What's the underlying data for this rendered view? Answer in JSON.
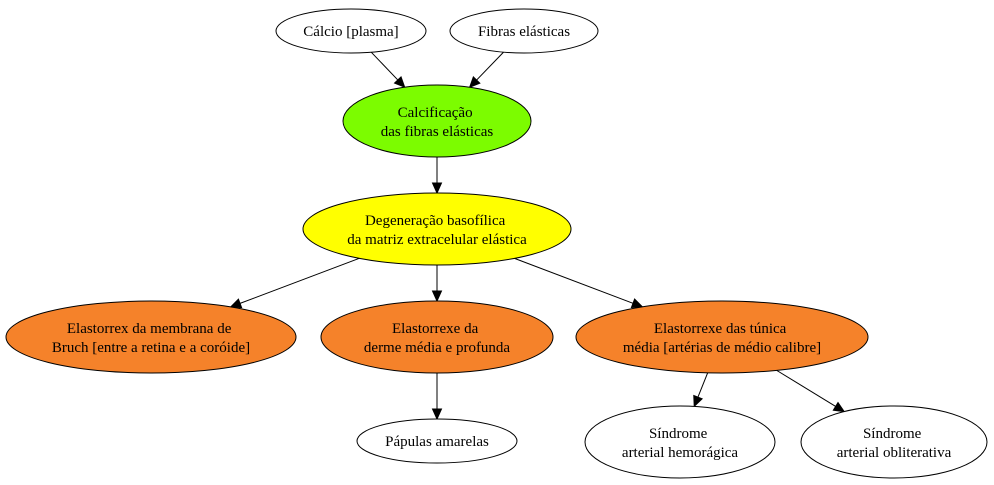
{
  "nodes": {
    "calcio": {
      "lines": [
        "Cálcio [plasma]"
      ],
      "fill": "#ffffff"
    },
    "fibras": {
      "lines": [
        "Fibras elásticas"
      ],
      "fill": "#ffffff"
    },
    "calcificacao": {
      "lines": [
        "Calcificação",
        "das fibras elásticas"
      ],
      "fill": "#7cfc00"
    },
    "degeneracao": {
      "lines": [
        "Degeneração basofílica",
        "da matriz extracelular elástica"
      ],
      "fill": "#ffff00"
    },
    "bruch": {
      "lines": [
        "Elastorrex da membrana de",
        "Bruch [entre a retina e a coróide]"
      ],
      "fill": "#f5822a"
    },
    "derme": {
      "lines": [
        "Elastorrexe da",
        "derme média e profunda"
      ],
      "fill": "#f5822a"
    },
    "tunica": {
      "lines": [
        "Elastorrexe das túnica",
        "média [artérias de médio calibre]"
      ],
      "fill": "#f5822a"
    },
    "papulas": {
      "lines": [
        "Pápulas amarelas"
      ],
      "fill": "#ffffff"
    },
    "hemorragica": {
      "lines": [
        "Síndrome",
        "arterial hemorágica"
      ],
      "fill": "#ffffff"
    },
    "obliterativa": {
      "lines": [
        "Síndrome",
        "arterial obliterativa"
      ],
      "fill": "#ffffff"
    }
  },
  "edges": [
    {
      "from": "calcio",
      "to": "calcificacao"
    },
    {
      "from": "fibras",
      "to": "calcificacao"
    },
    {
      "from": "calcificacao",
      "to": "degeneracao"
    },
    {
      "from": "degeneracao",
      "to": "bruch"
    },
    {
      "from": "degeneracao",
      "to": "derme"
    },
    {
      "from": "degeneracao",
      "to": "tunica"
    },
    {
      "from": "derme",
      "to": "papulas"
    },
    {
      "from": "tunica",
      "to": "hemorragica"
    },
    {
      "from": "tunica",
      "to": "obliterativa"
    }
  ]
}
